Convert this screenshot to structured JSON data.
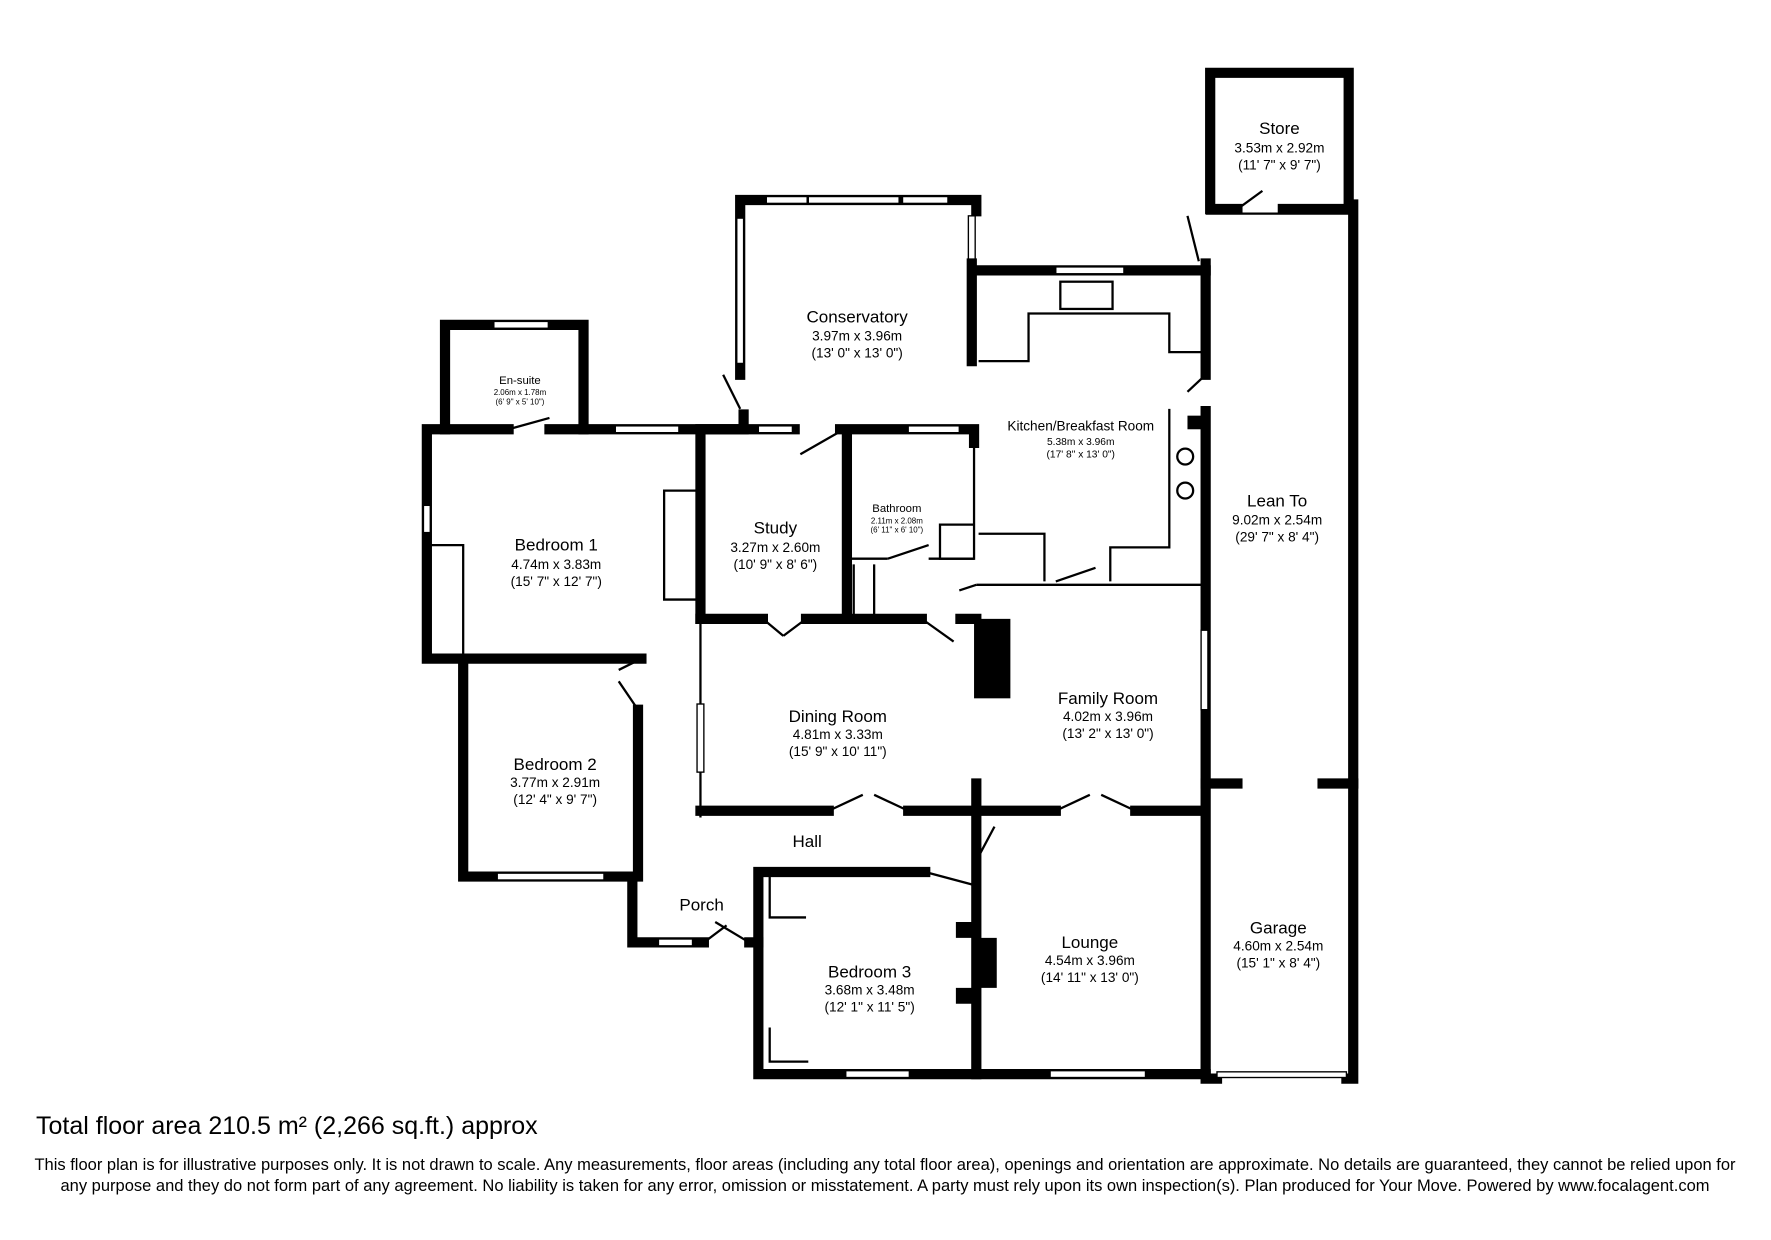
{
  "rooms": {
    "store": {
      "name": "Store",
      "metric": "3.53m x 2.92m",
      "imperial": "(11' 7\" x 9' 7\")"
    },
    "conservatory": {
      "name": "Conservatory",
      "metric": "3.97m x 3.96m",
      "imperial": "(13' 0\" x 13' 0\")"
    },
    "ensuite": {
      "name": "En-suite",
      "metric": "2.06m x 1.78m",
      "imperial": "(6' 9\" x 5' 10\")"
    },
    "kitchen": {
      "name": "Kitchen/Breakfast Room",
      "metric": "5.38m x 3.96m",
      "imperial": "(17' 8\" x 13' 0\")"
    },
    "leanto": {
      "name": "Lean To",
      "metric": "9.02m x 2.54m",
      "imperial": "(29' 7\" x 8' 4\")"
    },
    "bathroom": {
      "name": "Bathroom",
      "metric": "2.11m x 2.08m",
      "imperial": "(6' 11\" x 6' 10\")"
    },
    "bedroom1": {
      "name": "Bedroom 1",
      "metric": "4.74m x 3.83m",
      "imperial": "(15' 7\" x 12' 7\")"
    },
    "study": {
      "name": "Study",
      "metric": "3.27m x 2.60m",
      "imperial": "(10' 9\" x 8' 6\")"
    },
    "family": {
      "name": "Family Room",
      "metric": "4.02m x 3.96m",
      "imperial": "(13' 2\" x 13' 0\")"
    },
    "dining": {
      "name": "Dining Room",
      "metric": "4.81m x 3.33m",
      "imperial": "(15' 9\" x 10' 11\")"
    },
    "bedroom2": {
      "name": "Bedroom 2",
      "metric": "3.77m x 2.91m",
      "imperial": "(12' 4\" x 9' 7\")"
    },
    "hall": {
      "name": "Hall"
    },
    "porch": {
      "name": "Porch"
    },
    "garage": {
      "name": "Garage",
      "metric": "4.60m x 2.54m",
      "imperial": "(15' 1\" x 8' 4\")"
    },
    "lounge": {
      "name": "Lounge",
      "metric": "4.54m x 3.96m",
      "imperial": "(14' 11\" x 13' 0\")"
    },
    "bedroom3": {
      "name": "Bedroom 3",
      "metric": "3.68m x 3.48m",
      "imperial": "(12' 1\" x 11' 5\")"
    }
  },
  "total_area": "Total floor area 210.5 m² (2,266 sq.ft.) approx",
  "disclaimer": "This floor plan is for illustrative purposes only. It is not drawn to scale. Any measurements, floor areas (including any total floor area), openings and orientation are approximate. No details are guaranteed, they cannot be relied upon for any purpose and they do not form part of any agreement. No liability is taken for any error, omission or misstatement. A party must rely upon its own inspection(s).  Plan produced for Your Move. Powered by www.focalagent.com"
}
